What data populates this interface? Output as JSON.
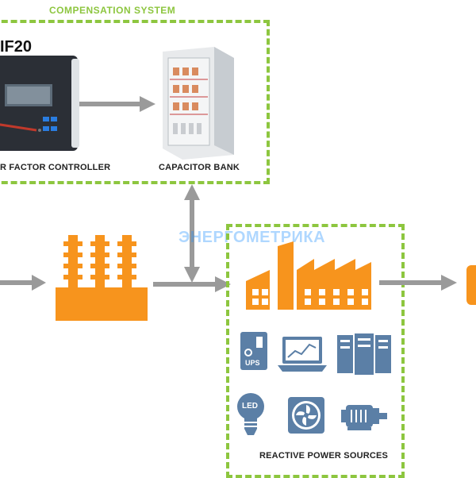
{
  "compensation_system": {
    "title": "COMPENSATION SYSTEM",
    "controller_model": "IF20",
    "controller_label": "R FACTOR CONTROLLER",
    "capacitor_label": "CAPACITOR BANK"
  },
  "reactive": {
    "title": "REACTIVE POWER SOURCES",
    "ups_text": "UPS",
    "led_text": "LED"
  },
  "watermark": "ЭНЕРГОМЕТРИКА",
  "colors": {
    "accent_green": "#8dc63f",
    "arrow_gray": "#9a9a9a",
    "orange": "#f7941d",
    "icon_blue": "#5b7fa6"
  }
}
